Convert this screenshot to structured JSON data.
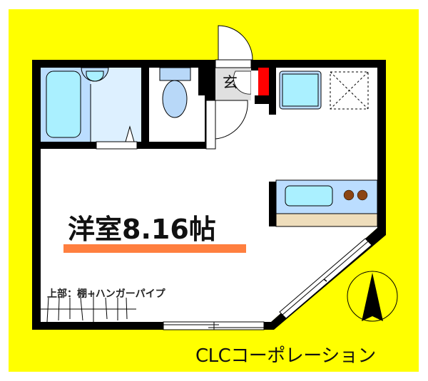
{
  "floor_plan": {
    "room": {
      "label": "洋室8.16帖",
      "type": "Western-style room",
      "size_jo": "8.16"
    },
    "entrance_label": "玄",
    "storage_note": "上部：棚+ハンガーパイプ",
    "company": "CLCコーポレーション",
    "icons": {
      "compass": "north-arrow-icon",
      "bathtub": "bathtub-icon",
      "washbasin": "washbasin-icon",
      "toilet": "toilet-icon",
      "washing_machine": "washing-machine-space-icon",
      "refrigerator": "fridge-space-icon",
      "kitchen_sink": "kitchen-sink-icon",
      "stove": "stove-burner-icon",
      "shoe_box": "shoe-box-icon"
    },
    "colors": {
      "background": "#FFFF00",
      "wall": "#000000",
      "bath_floor": "#DDF0FF",
      "bath_tub_area": "#BBDDFF",
      "fixture_fill": "#AAF0FF",
      "toilet_fill": "#B8D8F8",
      "entrance_floor": "#E0E0E0",
      "shoe_box": "#FF0000",
      "counter": "#BBDDFF",
      "counter_front": "#EEDDBB",
      "burner": "#8B4513",
      "underline": "#FF7F3F"
    }
  }
}
